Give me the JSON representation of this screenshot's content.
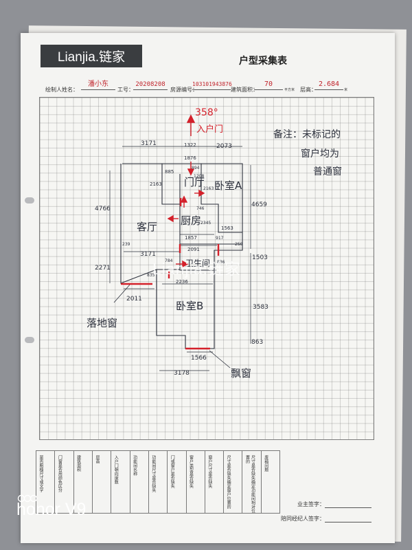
{
  "brand": {
    "logo_text": "Lianjia.链家"
  },
  "form": {
    "title": "户型采集表",
    "fields": {
      "drawer_label": "绘制人姓名：",
      "drawer_value": "潘小东",
      "id_label": "工号：",
      "id_value": "20208208",
      "house_no_label": "房源编号：",
      "house_no_value": "103101943876",
      "area_label": "建筑面积：",
      "area_value": "70",
      "area_unit": "平方米",
      "height_label": "层高：",
      "height_value": "2.684",
      "height_unit": "米"
    }
  },
  "plan": {
    "compass": "358°",
    "entry": "入户门",
    "note_lines": [
      "备注：未标记的",
      "窗户均为",
      "普通窗"
    ],
    "rooms": {
      "living": "客厅",
      "hall": "门厅",
      "bedroom_a": "卧室A",
      "kitchen": "厨房",
      "bathroom": "卫生间",
      "bedroom_b": "卧室B"
    },
    "window_labels": {
      "floor": "落地窗",
      "bay": "飘窗"
    },
    "dims": [
      "3171",
      "1322",
      "2073",
      "4766",
      "4659",
      "2271",
      "3171",
      "1503",
      "3583",
      "863",
      "2011",
      "1566",
      "3178",
      "1857",
      "2091",
      "1563",
      "2163",
      "2163",
      "885",
      "1876",
      "917",
      "2236",
      "894",
      "1208",
      "2345",
      "746",
      "239",
      "250",
      "835",
      "836",
      "784"
    ]
  },
  "table": {
    "columns": [
      "是否粗糙尺寸或文字",
      "门窗是否用颜色区分",
      "建筑面积",
      "层高",
      "入户门朝向度数",
      "功能间名称",
      "功能间尺寸是否缺失",
      "门或窗户是否缺失",
      "窗户类型是否缺失",
      "窗户尺寸是否缺失",
      "尺寸是否缺失确定窗户位置的",
      "尺寸是否缺失确定功能间相对位置的",
      "废稿问题"
    ]
  },
  "signatures": {
    "owner": "业主签字：",
    "agent": "陪同经纪人签字："
  },
  "watermark": "Lianjia.链家",
  "device": {
    "brand": "honor V9"
  }
}
